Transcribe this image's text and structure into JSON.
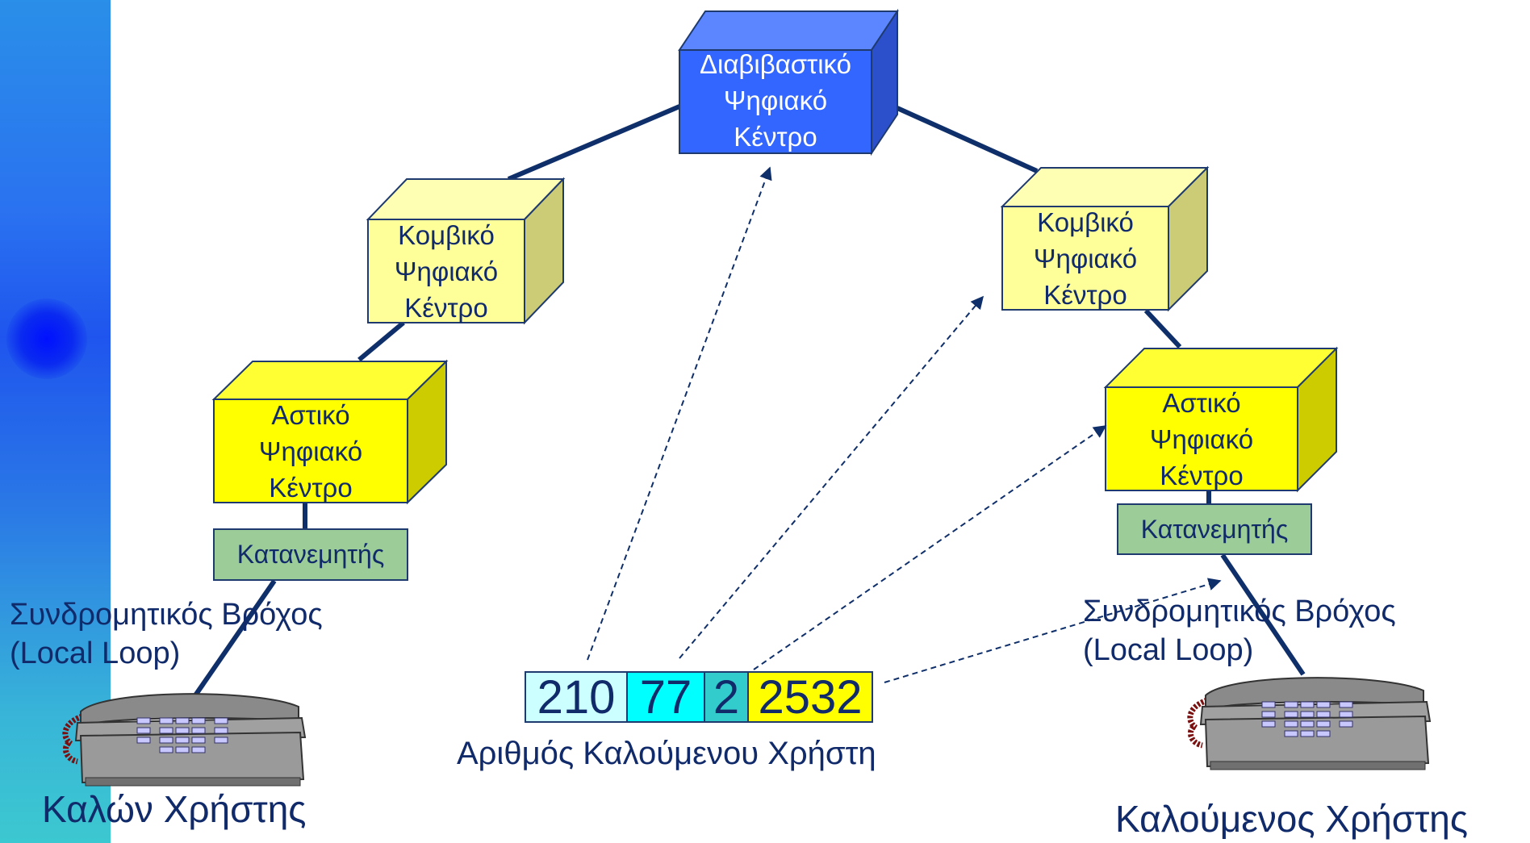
{
  "nodes": {
    "transit": "Διαβιβαστικό\nΨηφιακό\nΚέντρο",
    "combi_left": "Κομβικό\nΨηφιακό\nΚέντρο",
    "combi_right": "Κομβικό\nΨηφιακό\nΚέντρο",
    "urban_left": "Αστικό\nΨηφιακό\nΚέντρο",
    "urban_right": "Αστικό\nΨηφιακό\nΚέντρο"
  },
  "distributors": {
    "left": "Κατανεμητής",
    "right": "Κατανεμητής"
  },
  "local_loop": {
    "left": "Συνδρομητικός Βρόχος\n(Local Loop)",
    "right": "Συνδρομητικός Βρόχος\n(Local Loop)"
  },
  "users": {
    "caller": "Καλών Χρήστης",
    "callee": "Καλούμενος Χρήστης"
  },
  "called_number": {
    "parts": [
      "210",
      "77",
      "2",
      "2532"
    ],
    "caption": "Αριθμός Καλούμενου Χρήστη"
  },
  "colors": {
    "transit_front": "#3366ff",
    "combi_front": "#ffff99",
    "urban_front": "#ffff00",
    "distributor": "#9ccc98",
    "cell_area": "#ccffff",
    "cell_exchange": "#00ffff",
    "cell_digit": "#33cccc",
    "cell_subscriber": "#ffff00",
    "line": "#0f2f6a"
  }
}
